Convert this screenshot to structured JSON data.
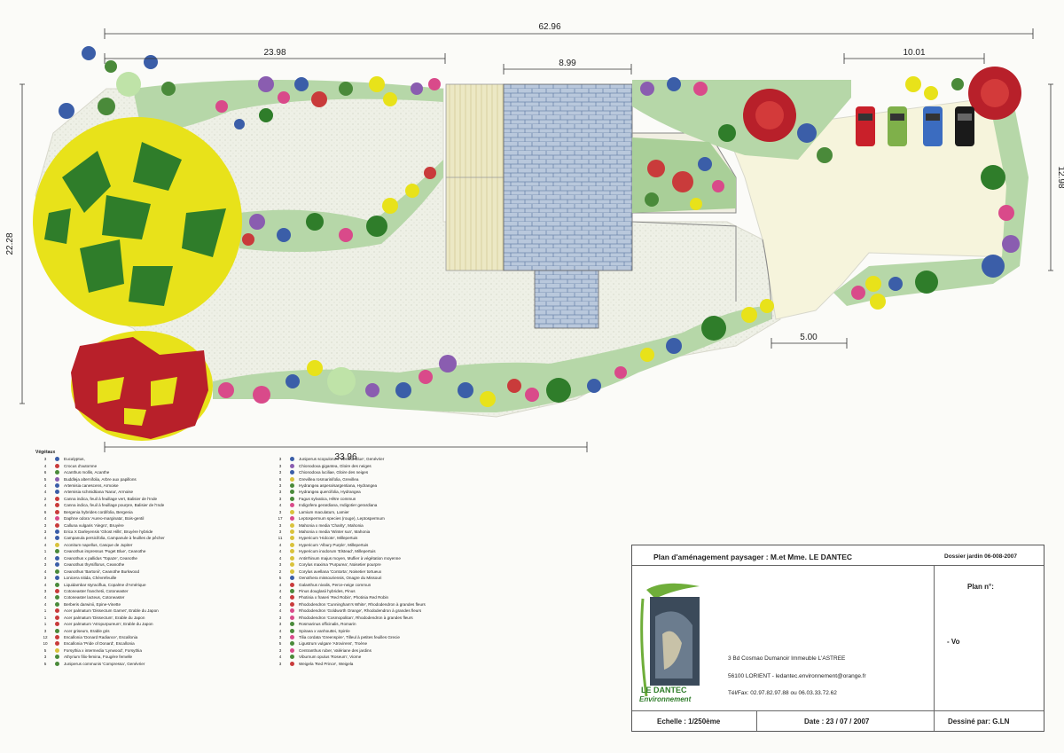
{
  "dimensions": {
    "overall_length": "62.96",
    "top_left_width": "23.98",
    "terrace_width": "8.99",
    "parking_width": "10.01",
    "right_height": "12.98",
    "left_height": "22.28",
    "bottom_length": "33.96",
    "driveway_gap": "5.00"
  },
  "legend": {
    "title": "Végétaux",
    "col1": [
      {
        "qty": "3",
        "color": "#3b5ea8",
        "name": "Eucalyptus,"
      },
      {
        "qty": "4",
        "color": "#c93b3b",
        "name": "Crocus d'automne"
      },
      {
        "qty": "6",
        "color": "#4a8a3a",
        "name": "Acanthus mollis,  Acanthe"
      },
      {
        "qty": "5",
        "color": "#8a5db0",
        "name": "Buddleja alternifolia,  Arbre aux papillons"
      },
      {
        "qty": "4",
        "color": "#3b5ea8",
        "name": "Artemisia canescens,  Armoise"
      },
      {
        "qty": "4",
        "color": "#3b5ea8",
        "name": "Artemisia schmidtiana 'Nana',  Armoise"
      },
      {
        "qty": "2",
        "color": "#c93b3b",
        "name": "Canna indica, feuil à feuillage vert,  Balisier de l'Inde"
      },
      {
        "qty": "4",
        "color": "#c93b3b",
        "name": "Canna indica, feuil à feuillage pourpre,  Balisier de l'Inde"
      },
      {
        "qty": "6",
        "color": "#c93b3b",
        "name": "Bergenia hybrides cordifolia,  Bergenia"
      },
      {
        "qty": "4",
        "color": "#d94a8a",
        "name": "Daphne odora 'Aureo-marginata',  Bois-gentil"
      },
      {
        "qty": "3",
        "color": "#c93b3b",
        "name": "Calluna vulgaris 'Alegro',  Bruyère"
      },
      {
        "qty": "3",
        "color": "#3b5ea8",
        "name": "Erica X Darleyensis 'Ghost Hills',  Bruyère hybride"
      },
      {
        "qty": "4",
        "color": "#3b5ea8",
        "name": "Campanula persicifolia,  Campanule à feuilles de pêcher"
      },
      {
        "qty": "4",
        "color": "#d9c23b",
        "name": "Aconitum napellus,  Casque de Jupiter"
      },
      {
        "qty": "1",
        "color": "#4a8a3a",
        "name": "Ceanothus impressus 'Puget Blue',  Ceanothe"
      },
      {
        "qty": "4",
        "color": "#3b5ea8",
        "name": "Ceanothus x pallidus 'Topaze',  Ceanothe"
      },
      {
        "qty": "3",
        "color": "#3b5ea8",
        "name": "Ceanothus thyrsiflorus,  Ceanothe"
      },
      {
        "qty": "4",
        "color": "#4a8a3a",
        "name": "Ceanothus 'Bartonii',  Ceanothe Burkwood"
      },
      {
        "qty": "3",
        "color": "#3b5ea8",
        "name": "Lonicera nitida,  Chèvrefeuille"
      },
      {
        "qty": "4",
        "color": "#4a8a3a",
        "name": "Liquidambar styraciflua,  Copalme d'Amérique"
      },
      {
        "qty": "3",
        "color": "#c93b3b",
        "name": "Cotoneaster franchetii,  Cotoneaster"
      },
      {
        "qty": "4",
        "color": "#4a8a3a",
        "name": "Cotoneaster lacteus,  Cotoneaster"
      },
      {
        "qty": "4",
        "color": "#4a8a3a",
        "name": "Berberis darwinii,  Epine-Vinette"
      },
      {
        "qty": "1",
        "color": "#c93b3b",
        "name": "Acer palmatum 'Dissectum Garnet',  Erable du Japon"
      },
      {
        "qty": "1",
        "color": "#c93b3b",
        "name": "Acer palmatum 'Dissectum',  Erable du Japon"
      },
      {
        "qty": "1",
        "color": "#c93b3b",
        "name": "Acer palmatum 'Atropurpureum',  Erable du Japon"
      },
      {
        "qty": "3",
        "color": "#4a8a3a",
        "name": "Acer griseum,  Erable gris"
      },
      {
        "qty": "12",
        "color": "#c93b3b",
        "name": "Escallonia 'Donard Radiance',  Escallonia"
      },
      {
        "qty": "10",
        "color": "#c93b3b",
        "name": "Escallonia 'Pride of Donard',  Escallonia"
      },
      {
        "qty": "5",
        "color": "#d9c23b",
        "name": "Forsythia x intermedia 'Lynwood',  Forsythia"
      },
      {
        "qty": "3",
        "color": "#4a8a3a",
        "name": "Athyrium filix-femina,  Fougère femelle"
      },
      {
        "qty": "5",
        "color": "#4a8a3a",
        "name": "Juniperus communis 'Compressa',  Genévrier"
      }
    ],
    "col2": [
      {
        "qty": "3",
        "color": "#3b5ea8",
        "name": "Juniperus scopulorum 'Wichita Blue',  Genévrier"
      },
      {
        "qty": "3",
        "color": "#8a5db0",
        "name": "Chionodoxa gigantea,  Gloire des neiges"
      },
      {
        "qty": "3",
        "color": "#3b5ea8",
        "name": "Chionodoxa luciliae,  Gloire des neiges"
      },
      {
        "qty": "6",
        "color": "#d9c23b",
        "name": "Grevillea rosmarinifolia,  Grevillea"
      },
      {
        "qty": "3",
        "color": "#4a8a3a",
        "name": "Hydrangea aspera/sargentiana,  Hydrangea"
      },
      {
        "qty": "3",
        "color": "#4a8a3a",
        "name": "Hydrangea quercifolia,  Hydrangea"
      },
      {
        "qty": "3",
        "color": "#4a8a3a",
        "name": "Fagus sylvatica,  Hêtre commun"
      },
      {
        "qty": "4",
        "color": "#d94a8a",
        "name": "Indigofera gerardiana,  Indigotier gerardiana"
      },
      {
        "qty": "3",
        "color": "#d9c23b",
        "name": "Lamium maculatum,  Lamier"
      },
      {
        "qty": "17",
        "color": "#d94a8a",
        "name": "Leptospermum species (rouge),  Leptospermum"
      },
      {
        "qty": "3",
        "color": "#d9c23b",
        "name": "Mahonia x media 'Charity',  Mahonia"
      },
      {
        "qty": "3",
        "color": "#d9c23b",
        "name": "Mahonia x media 'Winter sun',  Mahonia"
      },
      {
        "qty": "11",
        "color": "#d9c23b",
        "name": "Hypericum 'Hidcote',  Millepertuis"
      },
      {
        "qty": "4",
        "color": "#d9c23b",
        "name": "Hypericum 'Albury Purple',  Millepertuis"
      },
      {
        "qty": "4",
        "color": "#d9c23b",
        "name": "Hypericum inodorum 'Elstead',  Millepertuis"
      },
      {
        "qty": "4",
        "color": "#d9c23b",
        "name": "Antirrhinum majus moyen,  Muflier à végétation moyenne"
      },
      {
        "qty": "3",
        "color": "#d9c23b",
        "name": "Corylus maxima 'Purpurea',  Noisetier pourpre"
      },
      {
        "qty": "2",
        "color": "#d9c23b",
        "name": "Corylus avellana 'Contorta',  Noisetier tortueux"
      },
      {
        "qty": "5",
        "color": "#3b5ea8",
        "name": "Oenothera missouriensis,  Onagre du Missouri"
      },
      {
        "qty": "4",
        "color": "#c93b3b",
        "name": "Galanthus nivalis,  Perce-neige commun"
      },
      {
        "qty": "4",
        "color": "#4a8a3a",
        "name": "Pinus douglasii hybrides,  Pinus"
      },
      {
        "qty": "4",
        "color": "#c93b3b",
        "name": "Photinia x fraseri 'Red Robin',  Photinia Red Robin"
      },
      {
        "qty": "3",
        "color": "#c93b3b",
        "name": "Rhododendron 'Cunningham's White',  Rhododendron à grandes fleurs"
      },
      {
        "qty": "4",
        "color": "#d94a8a",
        "name": "Rhododendron 'Goldworth Orange',  Rhododendron à grandes fleurs"
      },
      {
        "qty": "3",
        "color": "#d94a8a",
        "name": "Rhododendron 'Cosmopolitan',  Rhododendron à grandes fleurs"
      },
      {
        "qty": "3",
        "color": "#4a8a3a",
        "name": "Rosmarinus officinalis,  Romarin"
      },
      {
        "qty": "4",
        "color": "#4a8a3a",
        "name": "Spiraea x vanhouttei,  Spirée"
      },
      {
        "qty": "3",
        "color": "#d94a8a",
        "name": "Tilia cordata 'Greenspire',  Tilleul à petites feuilles Grecie"
      },
      {
        "qty": "5",
        "color": "#4a8a3a",
        "name": "Ligustrum vulgare 'Atrovirens',  Troène"
      },
      {
        "qty": "3",
        "color": "#d94a8a",
        "name": "Centranthus ruber,  Valériane des jardins"
      },
      {
        "qty": "4",
        "color": "#4a8a3a",
        "name": "Viburnum opulus 'Roseum',  Viorne"
      },
      {
        "qty": "3",
        "color": "#c93b3b",
        "name": "Weigela 'Red Prince',  Weigela"
      }
    ]
  },
  "title_block": {
    "title": "Plan d'aménagement paysager : M.et Mme. LE DANTEC",
    "dossier": "Dossier jardin 06-008-2007",
    "plan_label": "Plan n°:",
    "version": "- Vo",
    "address_1": "3 Bd Cosmao Dumanoir Immeuble L'ASTREE",
    "address_2": "56100 LORIENT - ledantec.environnement@orange.fr",
    "phone": "Tél/Fax: 02.97.82.97.88 ou 06.03.33.72.62",
    "scale": "Echelle : 1/250ème",
    "date": "Date : 23 / 07 / 2007",
    "drawn_by": "Dessiné par: G.LN",
    "logo_line1": "LE DANTEC",
    "logo_line2": "Environnement"
  },
  "colors": {
    "lawn": "#eef0e6",
    "paving": "#aebfd6",
    "deck": "#e9e5bf",
    "tree_yellow": "#e8e21a",
    "tree_green": "#2f7d2a",
    "tree_red": "#b8202a"
  }
}
